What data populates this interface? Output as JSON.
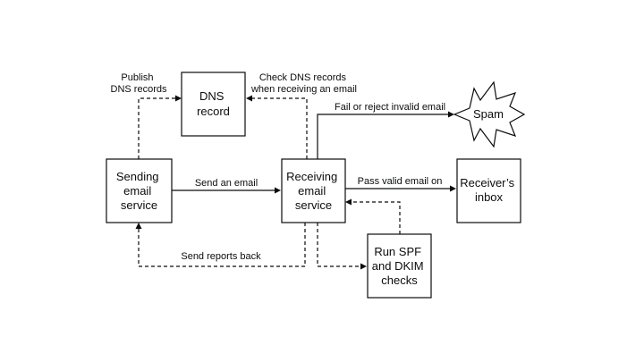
{
  "nodes": {
    "dns_record": [
      "DNS",
      "record"
    ],
    "sending_service": [
      "Sending",
      "email",
      "service"
    ],
    "receiving_service": [
      "Receiving",
      "email",
      "service"
    ],
    "receiver_inbox": [
      "Receiver’s",
      "inbox"
    ],
    "spf_dkim": [
      "Run SPF",
      "and DKIM",
      "checks"
    ],
    "spam": "Spam"
  },
  "edges": {
    "publish_dns": [
      "Publish",
      "DNS records"
    ],
    "check_dns": [
      "Check DNS records",
      "when receiving an email"
    ],
    "send_email": "Send an email",
    "fail_reject": "Fail or reject invalid email",
    "pass_valid": "Pass valid email on",
    "send_reports": "Send reports back"
  }
}
